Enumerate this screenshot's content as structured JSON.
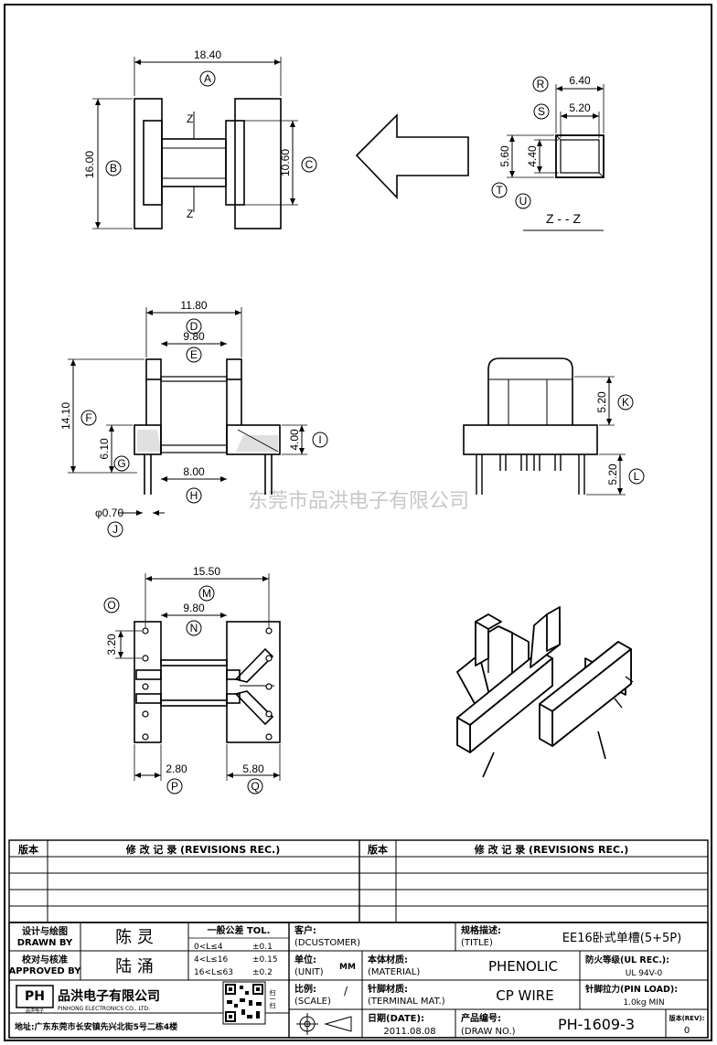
{
  "watermark": "东莞市品洪电子有限公司",
  "view1": {
    "width_dim": "18.40",
    "width_tag": "A",
    "height_dim": "16.00",
    "height_tag": "B",
    "inner_dim": "10.60",
    "inner_tag": "C",
    "section_mark": "Z"
  },
  "section": {
    "outer_dim": "6.40",
    "outer_tag": "R",
    "inner_dim": "5.20",
    "inner_tag": "S",
    "h_outer_dim": "5.60",
    "h_outer_tag": "T",
    "h_inner_dim": "4.40",
    "h_inner_tag": "U",
    "caption": "Z - - Z"
  },
  "view2": {
    "top_dim": "11.80",
    "top_tag": "D",
    "inner_dim": "9.80",
    "inner_tag": "E",
    "height_dim": "14.10",
    "height_tag": "F",
    "base_dim": "6.10",
    "base_tag": "G",
    "pin_span_dim": "8.00",
    "pin_span_tag": "H",
    "flange_dim": "4.00",
    "flange_tag": "I",
    "pin_dia_dim": "φ0.70",
    "pin_dia_tag": "J"
  },
  "view3": {
    "top_dim": "5.20",
    "top_tag": "K",
    "pin_dim": "5.20",
    "pin_tag": "L"
  },
  "view4": {
    "pitch_tag": "O",
    "pitch_dim": "3.20",
    "width_dim": "15.50",
    "width_tag": "M",
    "inner_dim": "9.80",
    "inner_tag": "N",
    "left_dim": "2.80",
    "left_tag": "P",
    "right_dim": "5.80",
    "right_tag": "Q"
  },
  "revisions": {
    "col_version": "版本",
    "col_record": "修 改 记 录 (REVISIONS REC.)"
  },
  "titleblock": {
    "design_label_cn": "设计与绘图",
    "design_label_en": "DRAWN BY",
    "design_name": "陈 灵",
    "approve_label_cn": "校对与核准",
    "approve_label_en": "APPROVED BY",
    "approve_name": "陆 涌",
    "tol_title": "一般公差 TOL.",
    "tol_rows": [
      {
        "range": "0<L≤4",
        "tol": "±0.1"
      },
      {
        "range": "4<L≤16",
        "tol": "±0.15"
      },
      {
        "range": "16<L≤63",
        "tol": "±0.2"
      }
    ],
    "customer_label_cn": "客户:",
    "customer_label_en": "(DCUSTOMER)",
    "title_label_cn": "规格描述:",
    "title_label_en": "(TITLE)",
    "title_value": "EE16卧式单槽(5+5P)",
    "unit_label_cn": "单位:",
    "unit_label_en": "(UNIT)",
    "unit_value": "MM",
    "material_label_cn": "本体材质:",
    "material_label_en": "(MATERIAL)",
    "material_value": "PHENOLIC",
    "ul_label": "防火等级(UL REC.):",
    "ul_value": "UL 94V-0",
    "scale_label_cn": "比例:",
    "scale_label_en": "(SCALE)",
    "scale_value": "/",
    "terminal_label_cn": "针脚材质:",
    "terminal_label_en": "(TERMINAL MAT.)",
    "terminal_value": "CP WIRE",
    "pinload_label": "针脚拉力(PIN LOAD):",
    "pinload_value": "1.0kg MIN",
    "company_name": "品洪电子有限公司",
    "company_en": "PINHONG ELECTRONICS CO., LTD.",
    "logo_text": "PH",
    "logo_sub": "品洪电子",
    "qr_side_text": "扫一扫",
    "address": "地址:广东东莞市长安镇先兴北街5号二栋4楼",
    "date_label_cn": "日期(DATE):",
    "date_value": "2011.08.08",
    "drawno_label_cn": "产品编号:",
    "drawno_label_en": "(DRAW NO.)",
    "drawno_value": "PH-1609-3",
    "rev_label": "版本(REV):",
    "rev_value": "0"
  }
}
